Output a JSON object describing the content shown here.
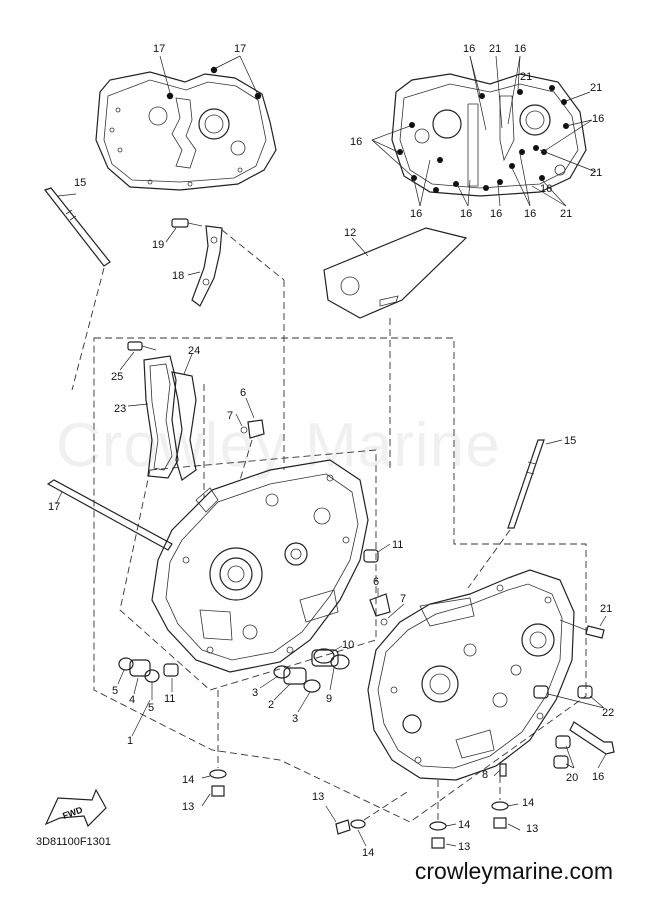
{
  "drawing_code": "3D81100F1301",
  "footer_site": "crowleymarine.com",
  "watermark": "Crowley Marine",
  "fwd_label": "FWD",
  "callouts": [
    {
      "id": "c17a",
      "text": "17"
    },
    {
      "id": "c17b",
      "text": "17"
    },
    {
      "id": "c16a",
      "text": "16"
    },
    {
      "id": "c21a",
      "text": "21"
    },
    {
      "id": "c16b",
      "text": "16"
    },
    {
      "id": "c21b",
      "text": "21"
    },
    {
      "id": "c16c",
      "text": "16"
    },
    {
      "id": "c16d",
      "text": "16"
    },
    {
      "id": "c21c",
      "text": "21"
    },
    {
      "id": "c16e",
      "text": "16"
    },
    {
      "id": "c16f",
      "text": "16"
    },
    {
      "id": "c16g",
      "text": "16"
    },
    {
      "id": "c16h",
      "text": "16"
    },
    {
      "id": "c21d",
      "text": "21"
    },
    {
      "id": "c21e",
      "text": "21"
    },
    {
      "id": "c16i",
      "text": "16"
    },
    {
      "id": "c15a",
      "text": "15"
    },
    {
      "id": "c19",
      "text": "19"
    },
    {
      "id": "c18",
      "text": "18"
    },
    {
      "id": "c12",
      "text": "12"
    },
    {
      "id": "c24",
      "text": "24"
    },
    {
      "id": "c25",
      "text": "25"
    },
    {
      "id": "c23",
      "text": "23"
    },
    {
      "id": "c6a",
      "text": "6"
    },
    {
      "id": "c7a",
      "text": "7"
    },
    {
      "id": "c15b",
      "text": "15"
    },
    {
      "id": "c17c",
      "text": "17"
    },
    {
      "id": "c11a",
      "text": "11"
    },
    {
      "id": "c6b",
      "text": "6"
    },
    {
      "id": "c7b",
      "text": "7"
    },
    {
      "id": "c21f",
      "text": "21"
    },
    {
      "id": "c10",
      "text": "10"
    },
    {
      "id": "c9",
      "text": "9"
    },
    {
      "id": "c3a",
      "text": "3"
    },
    {
      "id": "c2",
      "text": "2"
    },
    {
      "id": "c3b",
      "text": "3"
    },
    {
      "id": "c5a",
      "text": "5"
    },
    {
      "id": "c4",
      "text": "4"
    },
    {
      "id": "c5b",
      "text": "5"
    },
    {
      "id": "c11b",
      "text": "11"
    },
    {
      "id": "c1",
      "text": "1"
    },
    {
      "id": "c22",
      "text": "22"
    },
    {
      "id": "c20",
      "text": "20"
    },
    {
      "id": "c16j",
      "text": "16"
    },
    {
      "id": "c8",
      "text": "8"
    },
    {
      "id": "c14a",
      "text": "14"
    },
    {
      "id": "c13a",
      "text": "13"
    },
    {
      "id": "c14b",
      "text": "14"
    },
    {
      "id": "c13b",
      "text": "13"
    },
    {
      "id": "c13c",
      "text": "13"
    },
    {
      "id": "c14c",
      "text": "14"
    },
    {
      "id": "c13d",
      "text": "13"
    },
    {
      "id": "c14d",
      "text": "14"
    }
  ]
}
